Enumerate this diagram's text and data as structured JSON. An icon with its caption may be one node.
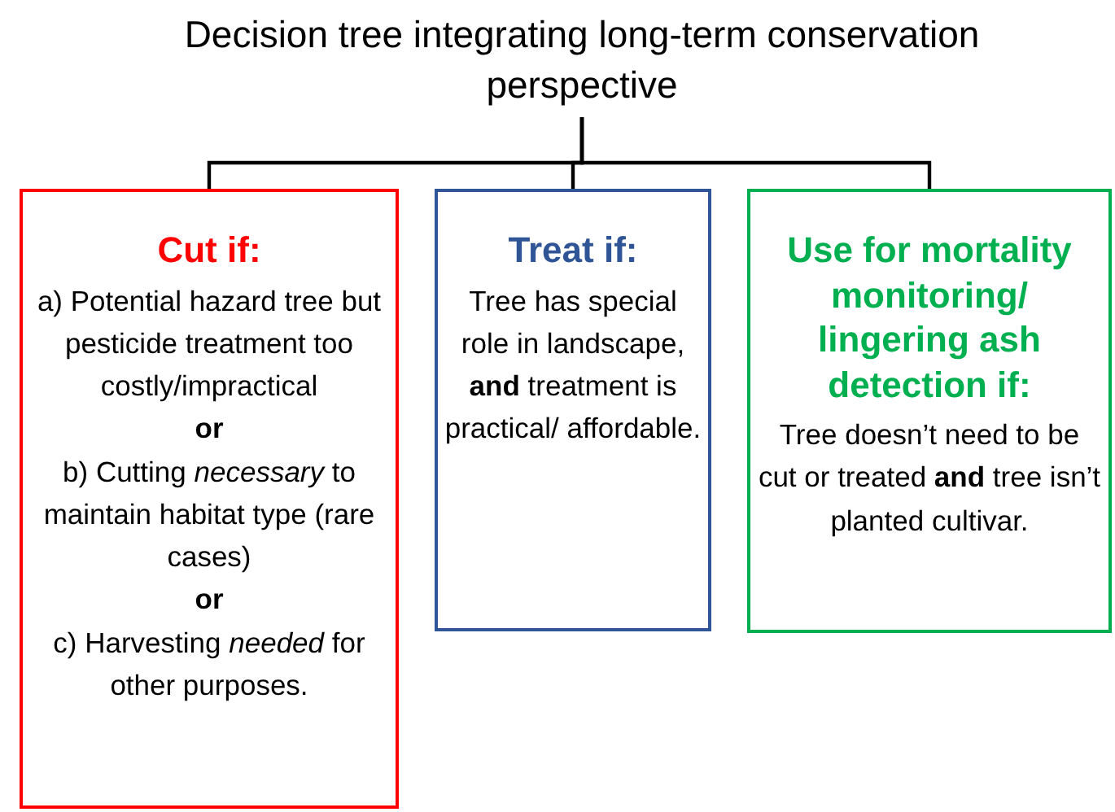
{
  "diagram": {
    "nodes": [
      {
        "text": [
          "Decision tree integrating long-term conservation perspective"
        ]
      },
      {
        "text": [
          "Cut if:",
          "a) Potential hazard tree but pesticide treatment too costly/impractical",
          "or",
          "b) Cutting *necessary* to maintain habitat type (rare cases)",
          "or",
          "c) Harvesting *needed* for other purposes."
        ]
      },
      {
        "text": [
          "Treat if:",
          "Tree has special role in landscape, **and** treatment is practical/ affordable."
        ]
      },
      {
        "text": [
          "Use for mortality monitoring/ lingering ash detection if:",
          "Tree doesn’t need to be cut or treated **and** tree isn’t planted cultivar."
        ]
      }
    ],
    "edges": [
      {
        "from": 0,
        "to": 1,
        "arrow": "none"
      },
      {
        "from": 0,
        "to": 2,
        "arrow": "none"
      },
      {
        "from": 0,
        "to": 3,
        "arrow": "none"
      }
    ]
  }
}
